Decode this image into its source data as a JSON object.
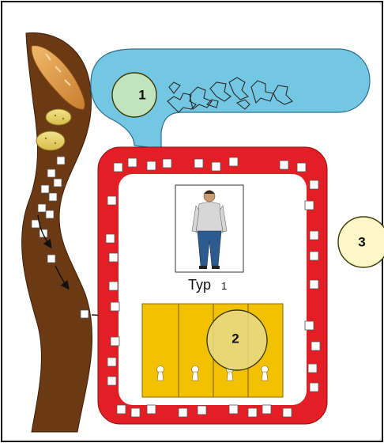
{
  "diagram": {
    "caption": {
      "word": "Typ",
      "number": "1"
    },
    "markers": [
      {
        "id": "1",
        "label": "1",
        "fill": "#cfe8b6",
        "stroke": "#3a3a00",
        "target": "glucose-reservoir"
      },
      {
        "id": "2",
        "label": "2",
        "fill": "#e8d98a",
        "stroke": "#3a3a00",
        "target": "insulin-locks"
      },
      {
        "id": "3",
        "label": "3",
        "fill": "#fbf7c8",
        "stroke": "#3a3a00",
        "target": "body-outside"
      }
    ],
    "colors": {
      "frame": "#111111",
      "reservoir": "#74c7e3",
      "body_ring": "#e31e24",
      "body_inner": "#ffffff",
      "cells": "#f2c200",
      "cell_lines": "#8a6a00",
      "gut": "#6b3a14",
      "arrow": "#111111"
    },
    "icons": [
      "bread-icon",
      "potato-icon",
      "person-icon",
      "keyhole-icon",
      "sugar-cube-icon"
    ]
  }
}
